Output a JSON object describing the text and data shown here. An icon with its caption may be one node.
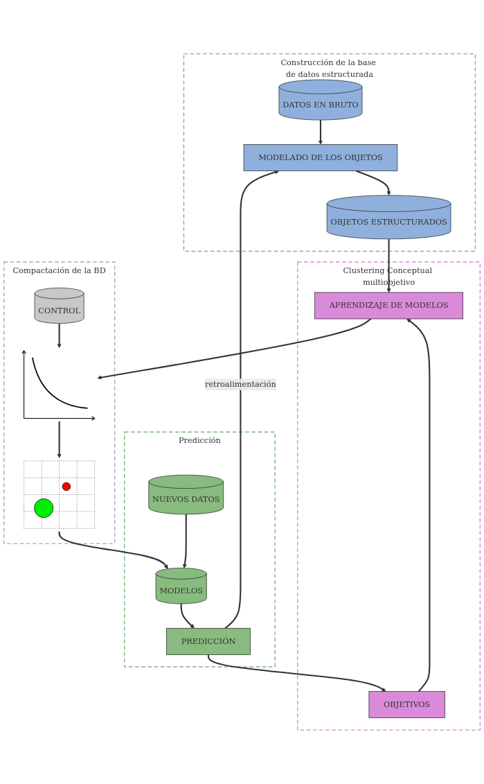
{
  "diagram": {
    "nodes": [
      {
        "text": [
          "Construcción de la base de datos estructurada"
        ]
      },
      {
        "text": [
          "DATOS EN BRUTO"
        ],
        "in": 0
      },
      {
        "text": [
          "MODELADO DE LOS OBJETOS"
        ],
        "in": 0
      },
      {
        "text": [
          "OBJETOS ESTRUCTURADOS"
        ],
        "in": 0
      },
      {
        "text": [
          "Clustering Conceptual multiobjetivo"
        ]
      },
      {
        "text": [
          "OBJETIVOS"
        ],
        "in": 4
      },
      {
        "text": [
          "APRENDIZAJE DE MODELOS"
        ],
        "in": 4
      },
      {
        "text": [
          "Compactación de la BD"
        ]
      },
      {
        "text": [
          "CONTROL"
        ],
        "in": 7
      },
      {
        "text": [],
        "shape": "picture",
        "in": 7
      },
      {
        "text": [],
        "shape": "picture",
        "in": 7
      },
      {
        "text": [
          "Predicción"
        ]
      },
      {
        "text": [
          "NUEVOS DATOS"
        ],
        "in": 11
      },
      {
        "text": [
          "MODELOS"
        ],
        "in": 11
      },
      {
        "text": [
          "PREDICCIÓN"
        ],
        "in": 11
      }
    ],
    "edges": [
      {
        "from": 1,
        "to": 2,
        "arrow": "to"
      },
      {
        "from": 2,
        "to": 3,
        "arrow": "to"
      },
      {
        "from": 3,
        "to": 6,
        "arrow": "to"
      },
      {
        "from": 5,
        "to": 6,
        "arrow": "to"
      },
      {
        "from": 6,
        "to": 9,
        "arrow": "to"
      },
      {
        "from": 8,
        "to": 9,
        "arrow": "to"
      },
      {
        "from": 9,
        "to": 10,
        "arrow": "to"
      },
      {
        "from": 10,
        "to": 13,
        "arrow": "to"
      },
      {
        "from": 12,
        "to": 13,
        "arrow": "to"
      },
      {
        "from": 13,
        "to": 14,
        "arrow": "to"
      },
      {
        "from": 14,
        "to": 2,
        "arrow": "to",
        "label": "retroalimentación"
      },
      {
        "from": 14,
        "to": 5,
        "arrow": "to"
      }
    ]
  }
}
